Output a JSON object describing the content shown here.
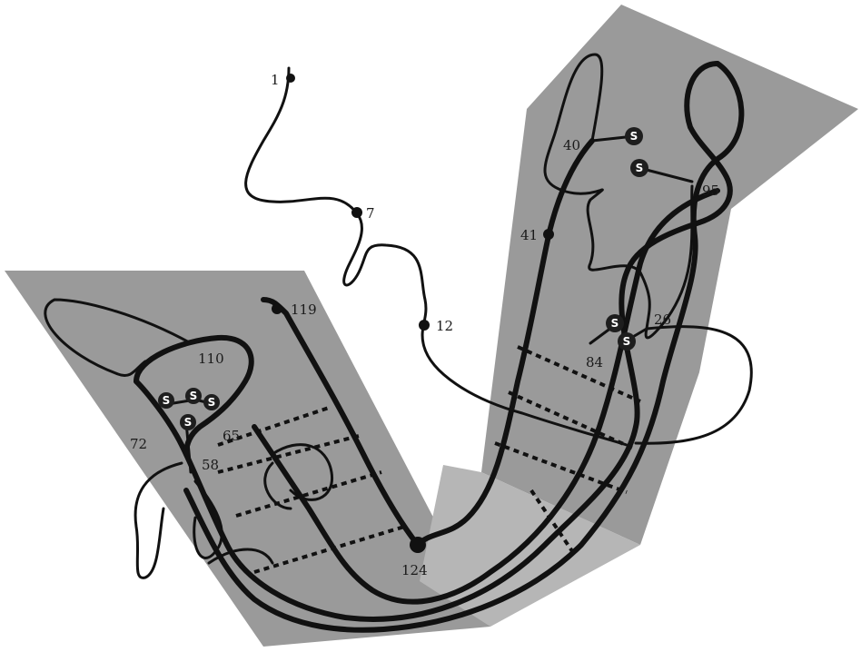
{
  "colors": {
    "sheet": "#9a9a9a",
    "sheet_light": "#b6b6b6",
    "chain": "#111111",
    "ss_fill": "#1e1e1e",
    "background": "#ffffff"
  },
  "residue_labels": {
    "r1": "1",
    "r7": "7",
    "r12": "12",
    "r26": "26",
    "r40": "40",
    "r41": "41",
    "r58": "58",
    "r65": "65",
    "r72": "72",
    "r84": "84",
    "r95": "95",
    "r110": "110",
    "r119": "119",
    "r124": "124"
  },
  "disulfide": {
    "atom": "S"
  }
}
